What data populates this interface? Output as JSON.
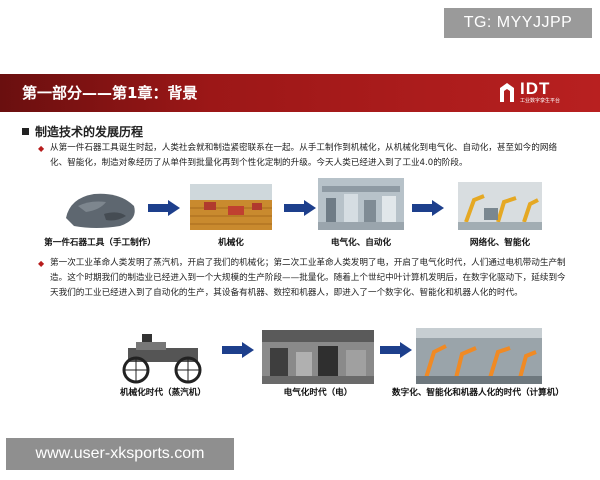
{
  "watermark_top": "TG: MYYJJPP",
  "watermark_bottom": "www.user-xksports.com",
  "header": {
    "title": "第一部分——第1章：背景",
    "logo_text": "IDT",
    "logo_sub": "工业数字孪生平台"
  },
  "section_title": "制造技术的发展历程",
  "paragraphs": [
    "从第一件石器工具诞生时起，人类社会就和制造紧密联系在一起。从手工制作到机械化，从机械化到电气化、自动化，甚至如今的网络化、智能化，制造对象经历了从单件到批量化再到个性化定制的升级。今天人类已经进入到了工业4.0的阶段。",
    "第一次工业革命人类发明了蒸汽机，开启了我们的机械化；第二次工业革命人类发明了电，开启了电气化时代，人们通过电机带动生产制造。这个时期我们的制造业已经进入到一个大规模的生产阶段——批量化。随着上个世纪中叶计算机发明后，在数字化驱动下，延续到今天我们的工业已经进入到了自动化的生产，其设备有机器、数控和机器人，即进入了一个数字化、智能化和机器人化的时代。"
  ],
  "row1_captions": [
    "第一件石器工具（手工制作）",
    "机械化",
    "电气化、自动化",
    "网络化、智能化"
  ],
  "row2_captions": [
    "机械化时代（蒸汽机）",
    "电气化时代（电）",
    "数字化、智能化和机器人化的时代（计算机）"
  ],
  "colors": {
    "accent": "#9c1717",
    "arrow": "#1d3f8c",
    "diamond": "#b71c1c"
  },
  "icons": [
    "diamond-bullet-icon",
    "right-arrow-icon",
    "idt-logo-icon"
  ]
}
